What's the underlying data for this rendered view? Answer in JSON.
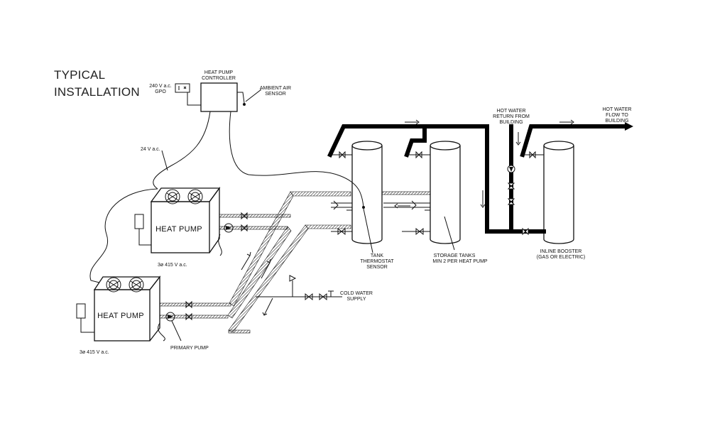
{
  "title": {
    "line1": "TYPICAL",
    "line2": "INSTALLATION"
  },
  "labels": {
    "controller": [
      "HEAT PUMP",
      "CONTROLLER"
    ],
    "gpo": [
      "240 V a.c.",
      "GPO"
    ],
    "ambient": [
      "AMBIENT AIR",
      "SENSOR"
    ],
    "control_voltage": "24 V a.c.",
    "heat_pump": "HEAT PUMP",
    "power_supply": "3ø 415 V a.c.",
    "primary_pump": "PRIMARY PUMP",
    "cold_water": [
      "COLD WATER",
      "SUPPLY"
    ],
    "tank_sensor": [
      "TANK",
      "THERMOSTAT",
      "SENSOR"
    ],
    "storage_tanks": [
      "STORAGE TANKS",
      "MIN 2 PER HEAT PUMP"
    ],
    "hw_return": [
      "HOT WATER",
      "RETURN FROM",
      "BUILDING"
    ],
    "hw_flow": [
      "HOT WATER",
      "FLOW TO",
      "BUILDING"
    ],
    "booster": [
      "INLINE BOOSTER",
      "(GAS OR ELECTRIC)"
    ]
  }
}
